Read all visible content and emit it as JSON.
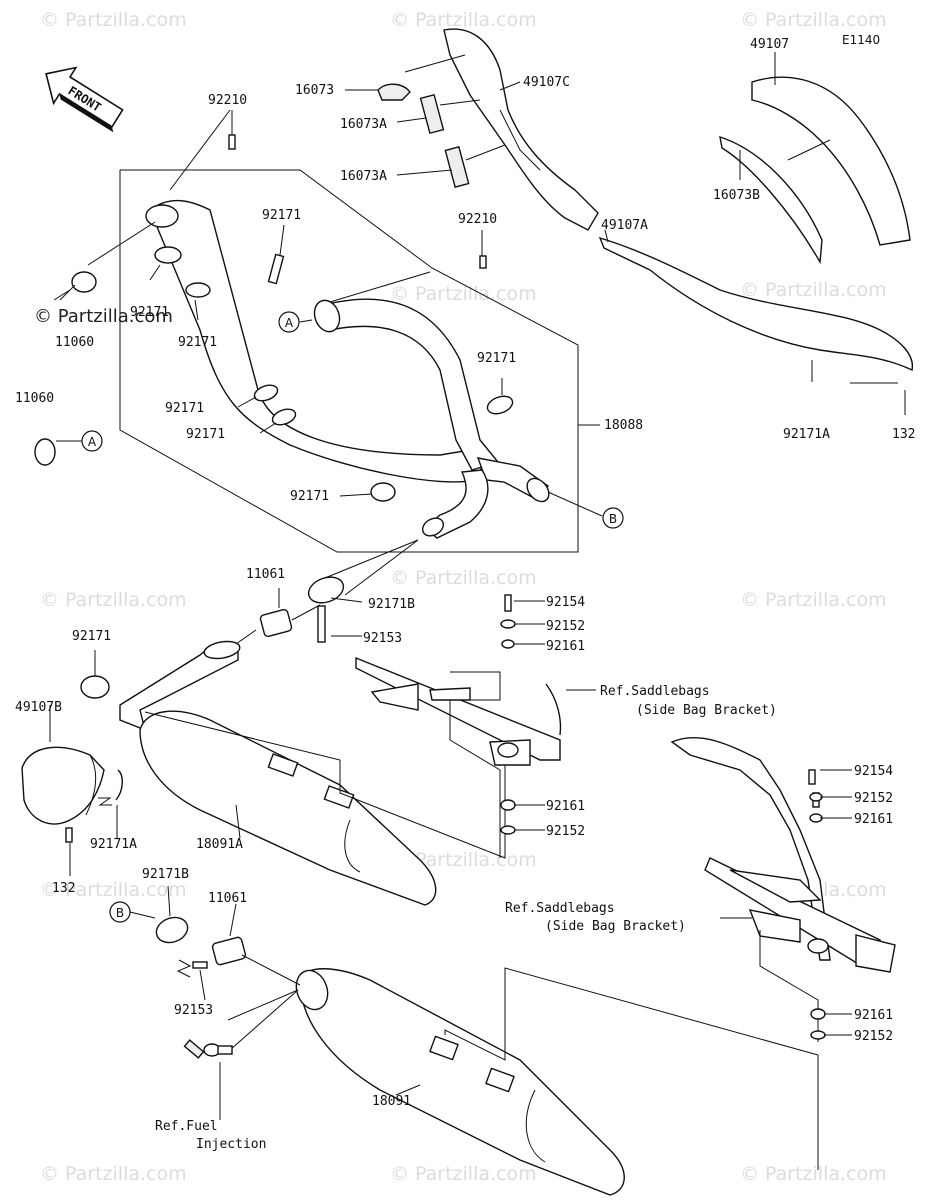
{
  "diagram_code": "E1140",
  "front_arrow_label": "FRONT",
  "watermark": "© Partzilla.com",
  "parts": {
    "p92210_a": "92210",
    "p92210_b": "92210",
    "p16073": "16073",
    "p16073A_1": "16073A",
    "p16073A_2": "16073A",
    "p49107C": "49107C",
    "p49107": "49107",
    "p16073B": "16073B",
    "p49107A": "49107A",
    "p92171_1": "92171",
    "p92171_2": "92171",
    "p92171_3": "92171",
    "p92171_4": "92171",
    "p92171_5": "92171",
    "p92171_6": "92171",
    "p92171_7": "92171",
    "p92171_8": "92171",
    "p92171A_1": "92171A",
    "p92171A_2": "92171A",
    "p132_1": "132",
    "p132_2": "132",
    "p11060_1": "11060",
    "p11060_2": "11060",
    "p18088": "18088",
    "p11061_1": "11061",
    "p11061_2": "11061",
    "p92171B_1": "92171B",
    "p92171B_2": "92171B",
    "p92153_1": "92153",
    "p92153_2": "92153",
    "p92154_1": "92154",
    "p92154_2": "92154",
    "p92152_1": "92152",
    "p92152_2": "92152",
    "p92152_3": "92152",
    "p92152_4": "92152",
    "p92161_1": "92161",
    "p92161_2": "92161",
    "p92161_3": "92161",
    "p92161_4": "92161",
    "p49107B": "49107B",
    "p18091A": "18091A",
    "p18091": "18091"
  },
  "refs": {
    "saddlebags_1_line1": "Ref.Saddlebags",
    "saddlebags_1_line2": "(Side Bag Bracket)",
    "saddlebags_2_line1": "Ref.Saddlebags",
    "saddlebags_2_line2": "(Side Bag Bracket)",
    "fuel_line1": "Ref.Fuel",
    "fuel_line2": "Injection"
  },
  "callouts": {
    "A1": "A",
    "A2": "A",
    "B1": "B",
    "B2": "B"
  }
}
